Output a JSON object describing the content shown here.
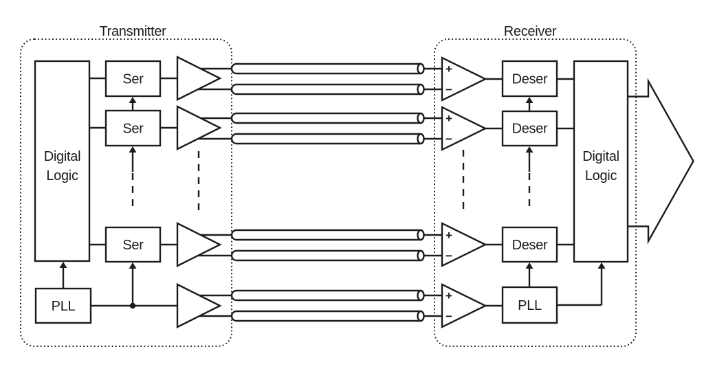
{
  "diagram": {
    "transmitter": {
      "title": "Transmitter",
      "digital_logic_line1": "Digital",
      "digital_logic_line2": "Logic",
      "ser1": "Ser",
      "ser2": "Ser",
      "ser3": "Ser",
      "pll": "PLL"
    },
    "receiver": {
      "title": "Receiver",
      "deser1": "Deser",
      "deser2": "Deser",
      "deser3": "Deser",
      "digital_logic_line1": "Digital",
      "digital_logic_line2": "Logic",
      "pll": "PLL"
    },
    "amp": {
      "plus": "+",
      "minus": "−"
    },
    "colors": {
      "ink": "#1c1c1c",
      "background": "#ffffff"
    }
  }
}
